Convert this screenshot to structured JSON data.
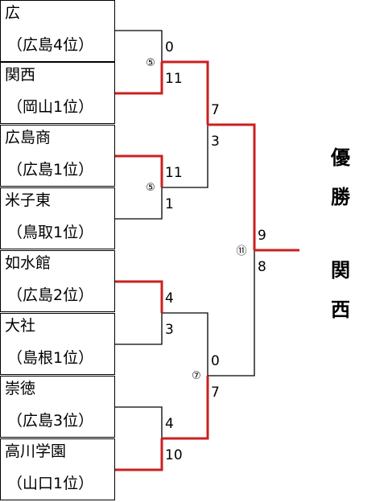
{
  "teams": [
    {
      "name": "広",
      "pref": "（広島4位）"
    },
    {
      "name": "関西",
      "pref": "（岡山1位）"
    },
    {
      "name": "広島商",
      "pref": "（広島1位）"
    },
    {
      "name": "米子東",
      "pref": "（鳥取1位）"
    },
    {
      "name": "如水館",
      "pref": "（広島2位）"
    },
    {
      "name": "大社",
      "pref": "（島根1位）"
    },
    {
      "name": "崇徳",
      "pref": "（広島3位）"
    },
    {
      "name": "高川学園",
      "pref": "（山口1位）"
    }
  ],
  "round1": [
    {
      "game": "⑤",
      "top_score": "0",
      "bottom_score": "11",
      "winner": "bottom"
    },
    {
      "game": "⑤",
      "top_score": "11",
      "bottom_score": "1",
      "winner": "top"
    },
    {
      "game": "",
      "top_score": "4",
      "bottom_score": "3",
      "winner": "top"
    },
    {
      "game": "",
      "top_score": "4",
      "bottom_score": "10",
      "winner": "bottom"
    }
  ],
  "round2": [
    {
      "game": "",
      "top_score": "7",
      "bottom_score": "3",
      "winner": "top"
    },
    {
      "game": "⑦",
      "top_score": "0",
      "bottom_score": "7",
      "winner": "bottom"
    }
  ],
  "final": {
    "game": "⑪",
    "top_score": "9",
    "bottom_score": "8",
    "winner": "top"
  },
  "champion": {
    "label": [
      "優",
      "勝"
    ],
    "team": [
      "関",
      "西"
    ]
  },
  "colors": {
    "line": "#000000",
    "winner": "#cc1f1f"
  }
}
